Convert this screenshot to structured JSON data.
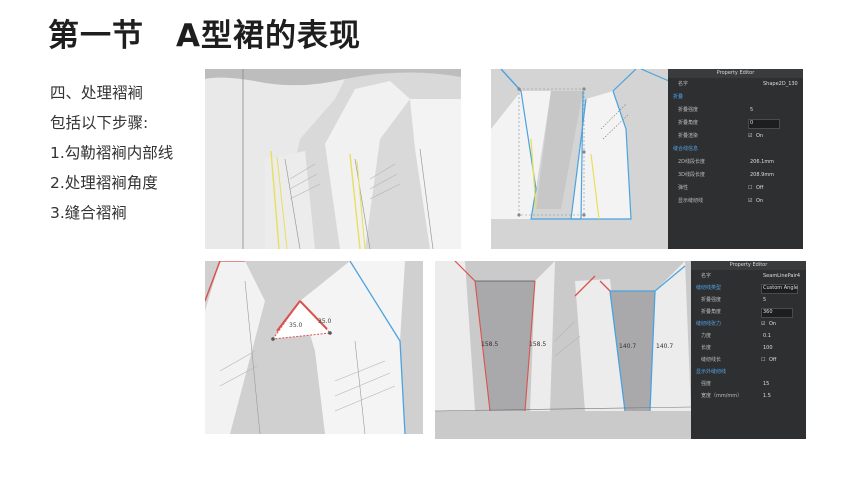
{
  "title": "第一节　A型裙的表现",
  "steps": [
    "四、处理褶裥",
    "包括以下步骤:",
    "1.勾勒褶裥内部线",
    "2.处理褶裥角度",
    "3.缝合褶裥"
  ],
  "colors": {
    "accent_blue": "#4aa3df",
    "seam_red": "#d9534f",
    "fold_yellow": "#e8e05a",
    "panel_dark": "#2e2f31"
  },
  "panel2": {
    "editor_title": "Property Editor",
    "rows": [
      {
        "key": "名字",
        "value": "Shape2D_130"
      },
      {
        "key": "折叠",
        "value": "",
        "section": true
      },
      {
        "key": "折叠强度",
        "value": "5"
      },
      {
        "key": "折叠角度",
        "value": "0"
      },
      {
        "key": "折叠渲染",
        "value": "On"
      },
      {
        "key": "缝合线信息",
        "value": "",
        "section": true
      },
      {
        "key": "2D线段长度",
        "value": "206.1mm"
      },
      {
        "key": "3D线段长度",
        "value": "208.9mm"
      },
      {
        "key": "弹性",
        "value": "Off"
      },
      {
        "key": "显示缝纫线",
        "value": "On"
      }
    ]
  },
  "panel3": {
    "measure_left": "35.0",
    "measure_right": "35.0"
  },
  "panel4": {
    "editor_title": "Property Editor",
    "measurements": [
      "158.5",
      "158.5",
      "140.7",
      "140.7"
    ],
    "rows": [
      {
        "key": "名字",
        "value": "SeamLinePair4"
      },
      {
        "key": "缝纫线类型",
        "value": "Custom Angle",
        "section": true
      },
      {
        "key": "折叠强度",
        "value": "5"
      },
      {
        "key": "折叠角度",
        "value": "360"
      },
      {
        "key": "缝纫线张力",
        "value": "On",
        "section": true
      },
      {
        "key": "力度",
        "value": "0.1"
      },
      {
        "key": "长度",
        "value": "100"
      },
      {
        "key": "缝纫线长",
        "value": "Off"
      },
      {
        "key": "显示外缝纫线",
        "value": "",
        "section": true
      },
      {
        "key": "强度",
        "value": "15"
      },
      {
        "key": "宽度（mm/mm）",
        "value": "1.5"
      }
    ]
  }
}
